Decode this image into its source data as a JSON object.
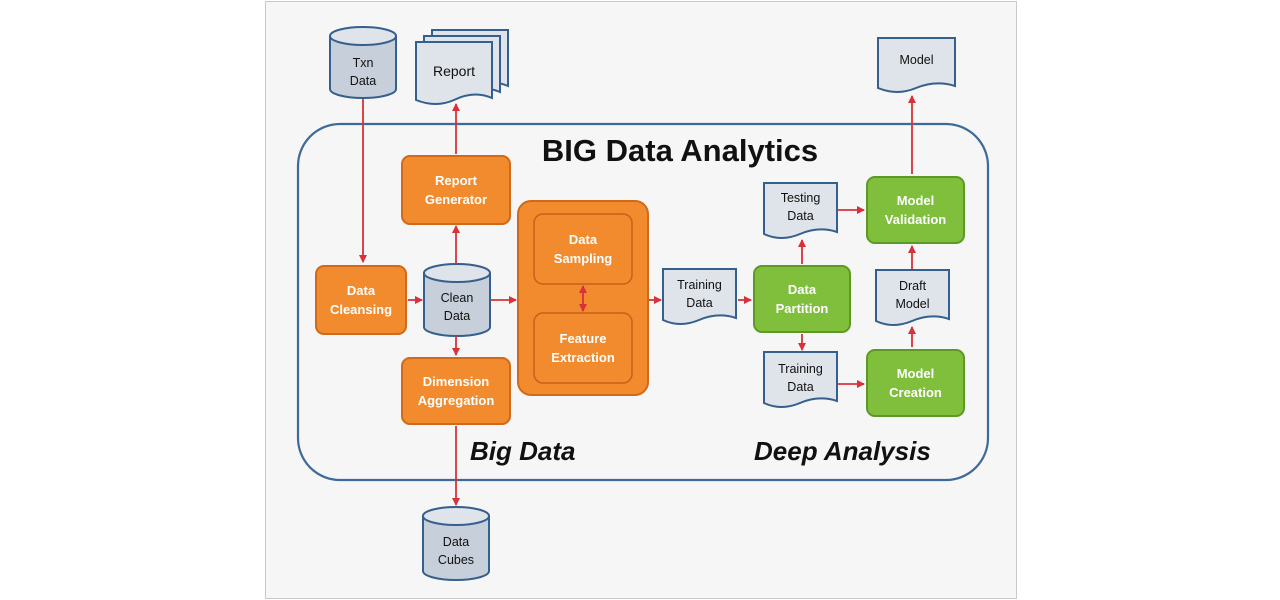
{
  "title": "BIG Data Analytics",
  "sections": {
    "big_data": "Big Data",
    "deep_analysis": "Deep Analysis"
  },
  "documents": {
    "report": "Report",
    "model": "Model",
    "training_data_main": "Training\nData",
    "testing_data": "Testing\nData",
    "draft_model": "Draft\nModel",
    "training_data_lower": "Training\nData"
  },
  "databases": {
    "txn_data": "Txn\nData",
    "clean_data": "Clean\nData",
    "data_cubes": "Data\nCubes"
  },
  "processes": {
    "report_generator": "Report\nGenerator",
    "data_cleansing": "Data\nCleansing",
    "dimension_aggregation": "Dimension\nAggregation",
    "data_sampling": "Data\nSampling",
    "feature_extraction": "Feature\nExtraction",
    "data_partition": "Data\nPartition",
    "model_validation": "Model\nValidation",
    "model_creation": "Model\nCreation"
  },
  "colors": {
    "process_orange": "#f28b2e",
    "process_green": "#7fbf3c",
    "document_fill": "#dfe3ea",
    "document_border": "#355f8c",
    "arrow": "#d9313a",
    "container_border": "#3e6a99"
  }
}
